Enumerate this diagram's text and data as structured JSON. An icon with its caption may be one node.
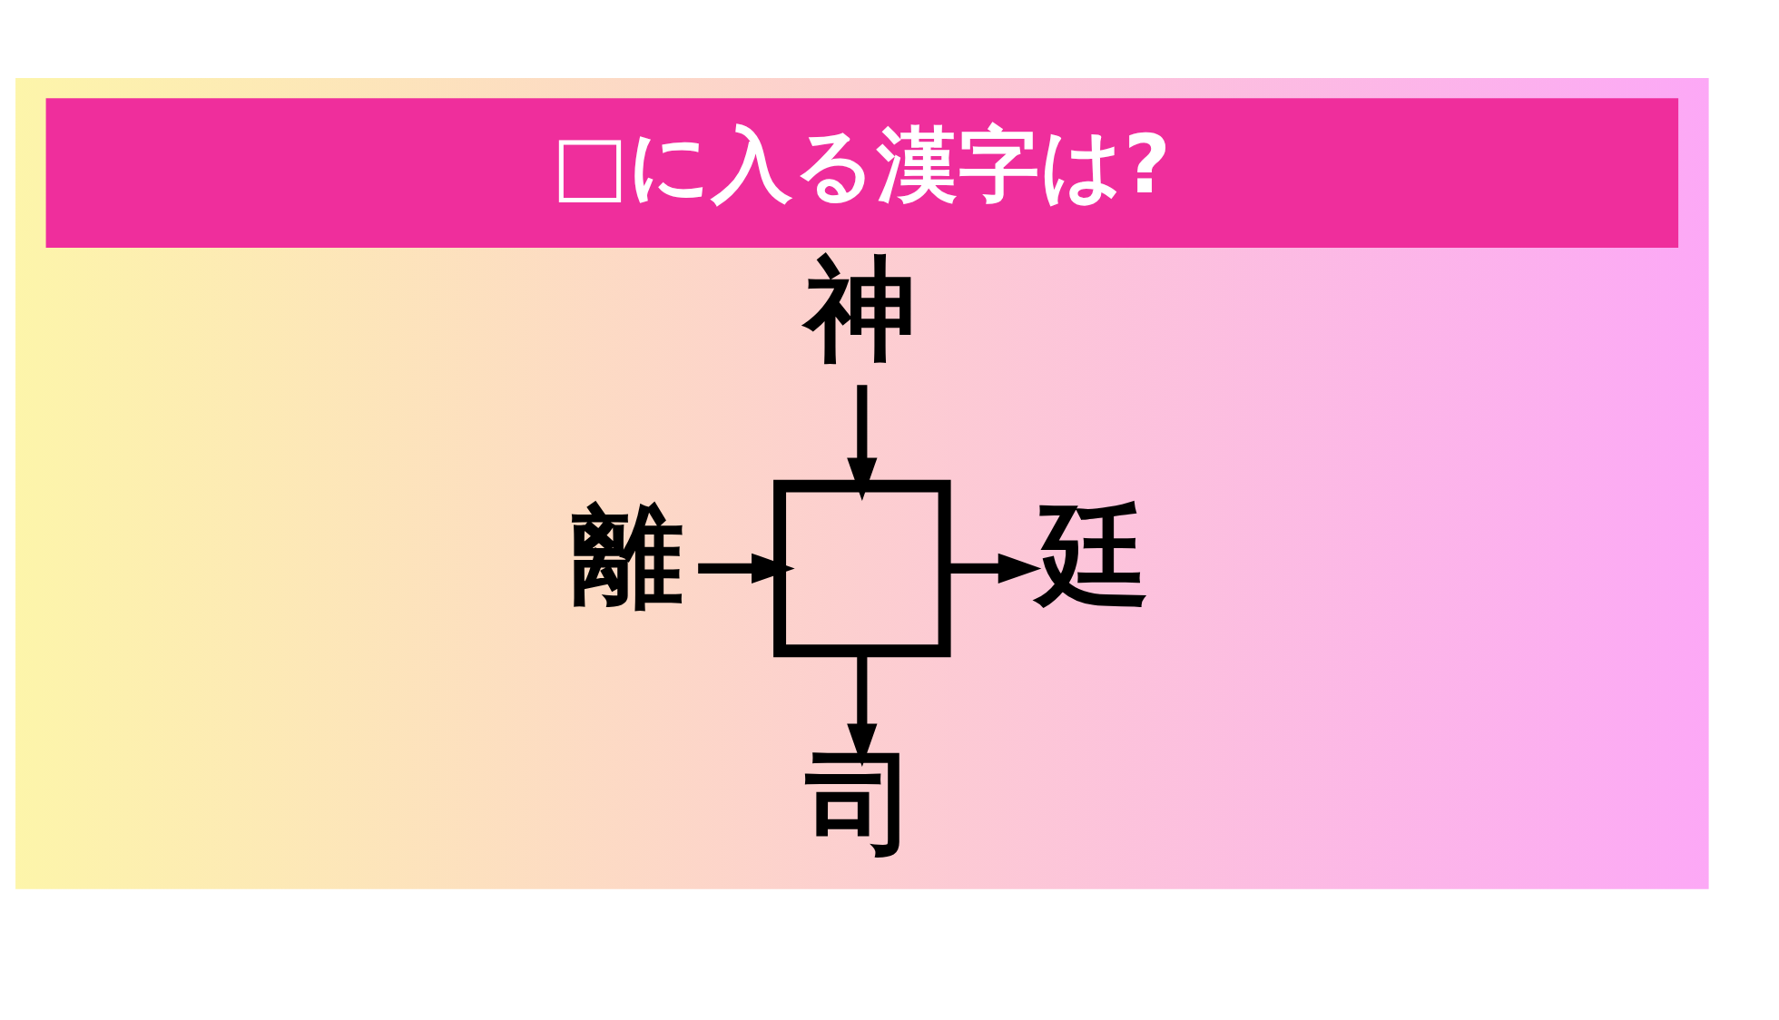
{
  "diagram": {
    "title": "□に入る漢字は?",
    "nodes": [
      {
        "text": [
          "神"
        ]
      },
      {
        "text": [
          "離"
        ]
      },
      {
        "text": [],
        "shape": "box"
      },
      {
        "text": [
          "廷"
        ]
      },
      {
        "text": [
          "司"
        ]
      }
    ],
    "edges": [
      {
        "from": 0,
        "to": 2,
        "arrow": "to"
      },
      {
        "from": 1,
        "to": 2,
        "arrow": "to"
      },
      {
        "from": 2,
        "to": 3,
        "arrow": "to"
      },
      {
        "from": 2,
        "to": 4,
        "arrow": "to"
      }
    ]
  }
}
